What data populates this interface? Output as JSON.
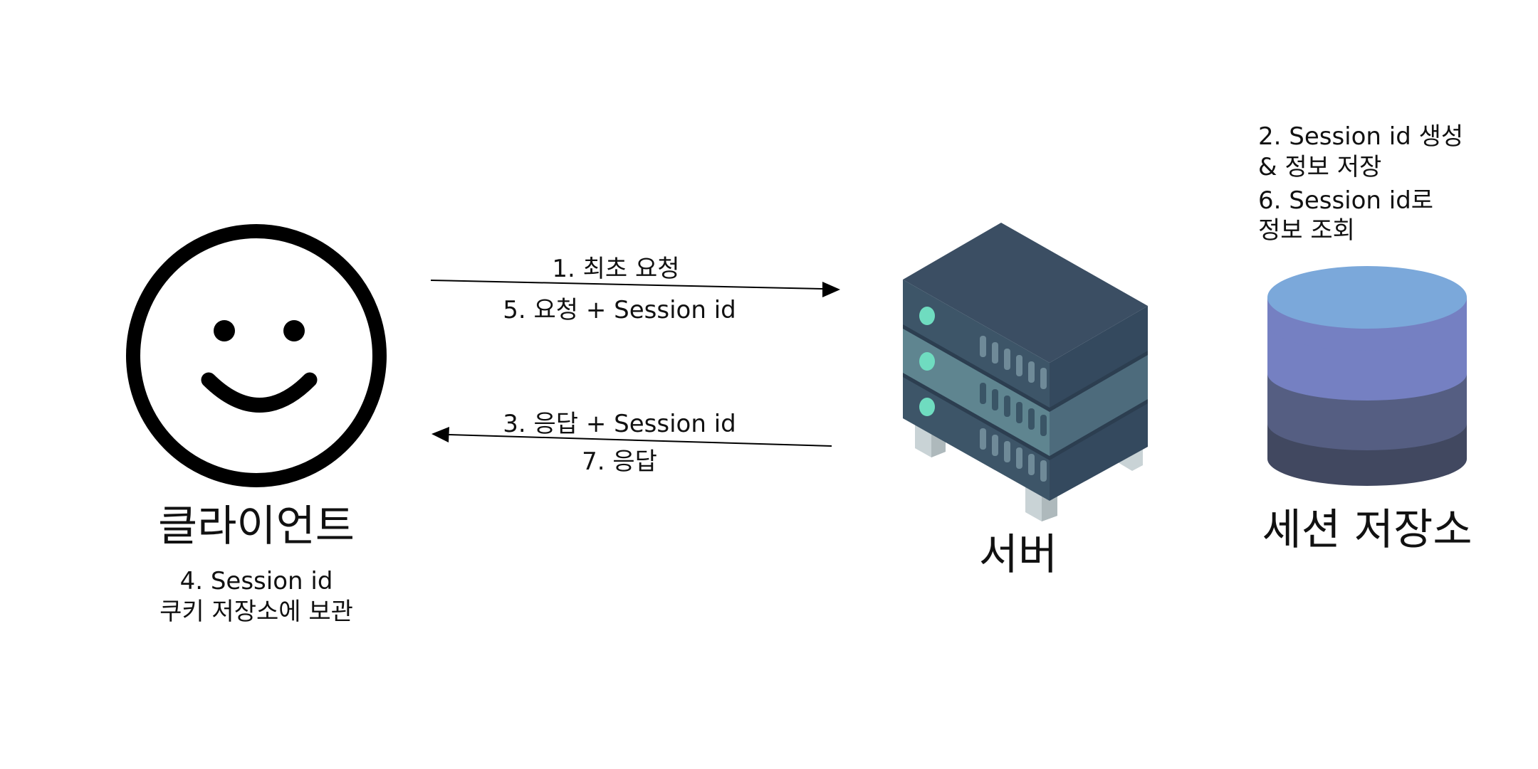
{
  "client": {
    "label": "클라이언트",
    "note_line1": "4. Session id",
    "note_line2": "쿠키 저장소에 보관"
  },
  "server": {
    "label": "서버"
  },
  "store": {
    "label": "세션 저장소",
    "note_line1": "2. Session id 생성",
    "note_line2": "& 정보 저장",
    "note_line3": "6. Session id로",
    "note_line4": "정보 조회",
    "layer_colors": [
      "#7BA8DA",
      "#7580C2",
      "#555E82",
      "#414860"
    ]
  },
  "arrows": {
    "request_label1": "1. 최초 요청",
    "request_label2": "5. 요청 + Session id",
    "response_label1": "3. 응답 + Session id",
    "response_label2": "7. 응답"
  }
}
